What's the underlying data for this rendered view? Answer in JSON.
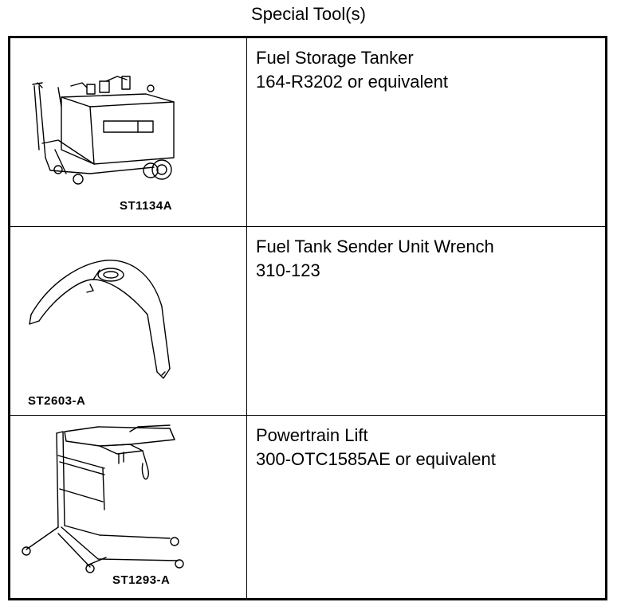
{
  "title": "Special Tool(s)",
  "tools": [
    {
      "name": "Fuel Storage Tanker",
      "number": "164-R3202 or equivalent",
      "figure_label": "ST1134A",
      "icon": "fuel-storage-tanker-illustration"
    },
    {
      "name": "Fuel Tank Sender Unit Wrench",
      "number": "310-123",
      "figure_label": "ST2603-A",
      "icon": "sender-unit-wrench-illustration"
    },
    {
      "name": "Powertrain Lift",
      "number": "300-OTC1585AE or equivalent",
      "figure_label": "ST1293-A",
      "icon": "powertrain-lift-illustration"
    }
  ]
}
